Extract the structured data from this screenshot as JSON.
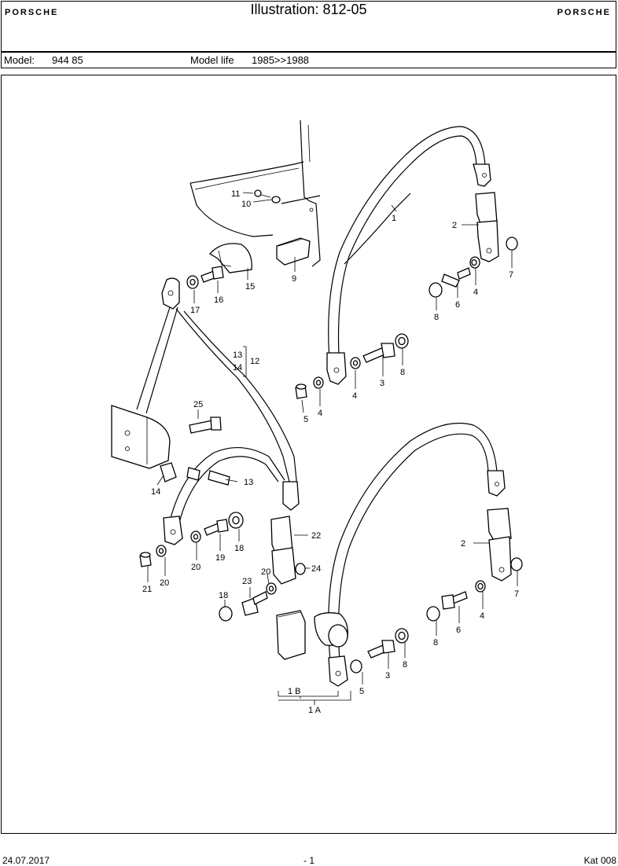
{
  "header": {
    "brand_left": "PORSCHE",
    "brand_right": "PORSCHE",
    "title": "Illustration: 812-05"
  },
  "model_bar": {
    "model_label": "Model:",
    "model_value": "944 85",
    "life_label": "Model life",
    "life_value": "1985>>1988"
  },
  "diagram": {
    "callouts": {
      "c1": "1",
      "c2a": "2",
      "c2b": "2",
      "c3a": "3",
      "c3b": "3",
      "c4a": "4",
      "c4b": "4",
      "c4c": "4",
      "c4d": "4",
      "c5a": "5",
      "c5b": "5",
      "c6a": "6",
      "c6b": "6",
      "c7a": "7",
      "c7b": "7",
      "c8a": "8",
      "c8b": "8",
      "c8c": "8",
      "c8d": "8",
      "c9": "9",
      "c10": "10",
      "c11": "11",
      "c12": "12",
      "c13a": "13",
      "c13b": "13",
      "c14a": "14",
      "c14b": "14",
      "c15": "15",
      "c16": "16",
      "c17": "17",
      "c18a": "18",
      "c18b": "18",
      "c19": "19",
      "c20a": "20",
      "c20b": "20",
      "c20c": "20",
      "c21": "21",
      "c22": "22",
      "c23": "23",
      "c24": "24",
      "c25": "25",
      "c1a": "1 A",
      "c1b": "1 B"
    }
  },
  "footer": {
    "date": "24.07.2017",
    "page": "- 1",
    "catalog": "Kat 008"
  }
}
